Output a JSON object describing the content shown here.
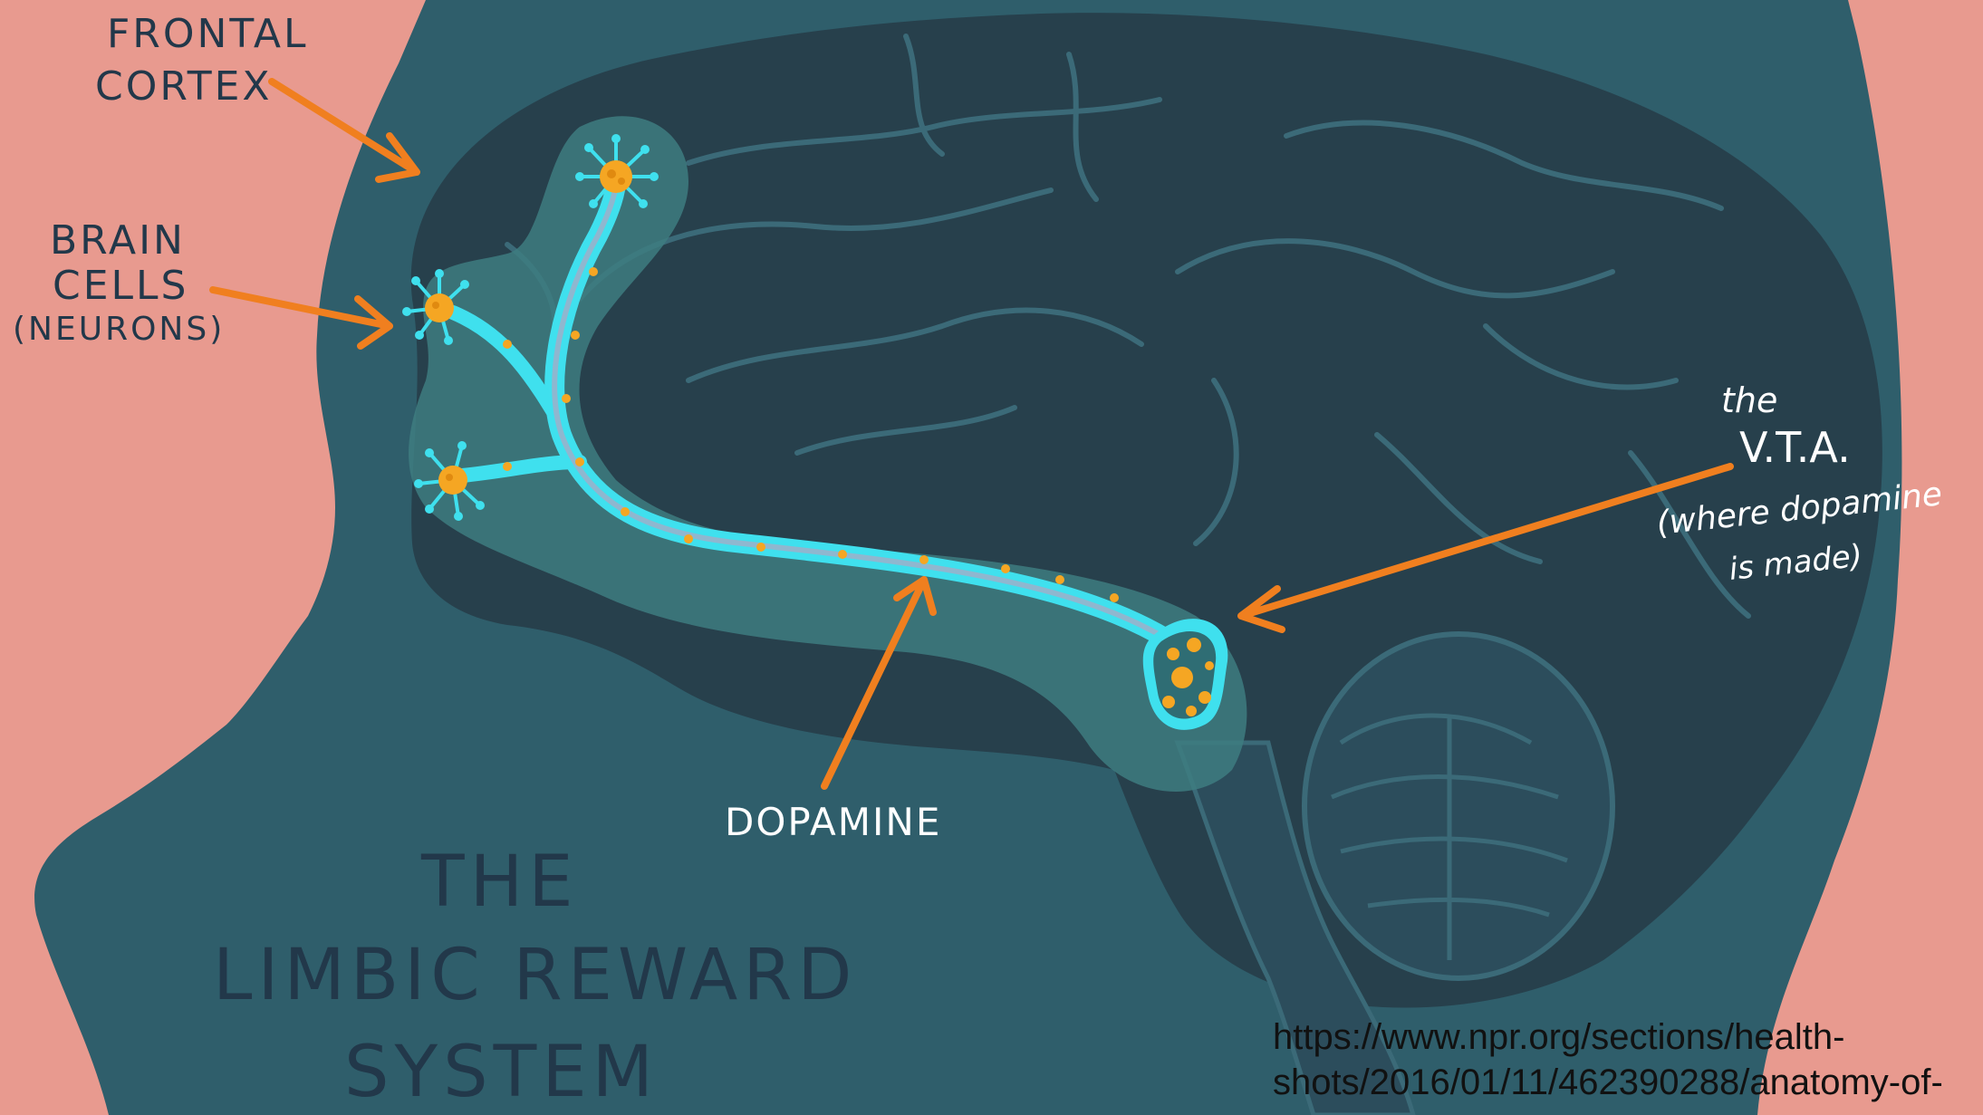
{
  "labels": {
    "frontal_cortex_line1": "FRONTAL",
    "frontal_cortex_line2": "CORTEX",
    "brain_cells_line1": "BRAIN",
    "brain_cells_line2": "CELLS",
    "brain_cells_line3": "(NEURONS)",
    "vta_line1": "the",
    "vta_line2": "V.T.A.",
    "vta_line3": "(where dopamine",
    "vta_line4": "is made)",
    "dopamine": "DOPAMINE",
    "title_line1": "THE",
    "title_line2": "LIMBIC REWARD",
    "title_line3": "SYSTEM"
  },
  "source": {
    "line1": "https://www.npr.org/sections/health-",
    "line2": "shots/2016/01/11/462390288/anatomy-of-"
  },
  "colors": {
    "background": "#e89a8f",
    "head": "#2f5e6b",
    "brain": "#27404c",
    "pathway_glow": "#3e7c80",
    "pathway": "#3fe0ee",
    "dopamine_dots": "#f5a623",
    "arrow": "#f07f1f"
  }
}
